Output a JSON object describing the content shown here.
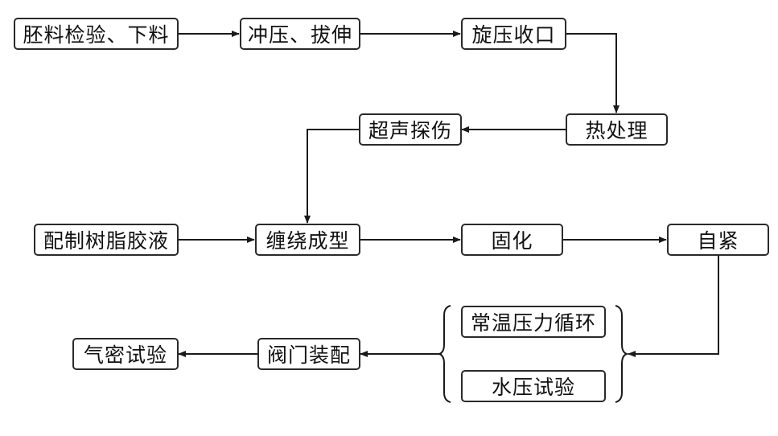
{
  "diagram": {
    "type": "process-flowchart",
    "nodes": [
      {
        "id": "blank_inspection",
        "label": "胚料检验、下料"
      },
      {
        "id": "stamping_drawing",
        "label": "冲压、拔伸"
      },
      {
        "id": "spinning_closing",
        "label": "旋压收口"
      },
      {
        "id": "heat_treatment",
        "label": "热处理"
      },
      {
        "id": "ultrasonic_testing",
        "label": "超声探伤"
      },
      {
        "id": "resin_preparation",
        "label": "配制树脂胶液"
      },
      {
        "id": "winding_forming",
        "label": "缠绕成型"
      },
      {
        "id": "curing",
        "label": "固化"
      },
      {
        "id": "autofrettage",
        "label": "自紧"
      },
      {
        "id": "pressure_cycling",
        "label": "常温压力循环"
      },
      {
        "id": "hydrostatic_test",
        "label": "水压试验"
      },
      {
        "id": "valve_assembly",
        "label": "阀门装配"
      },
      {
        "id": "airtight_test",
        "label": "气密试验"
      }
    ],
    "edges": [
      {
        "from": "blank_inspection",
        "to": "stamping_drawing"
      },
      {
        "from": "stamping_drawing",
        "to": "spinning_closing"
      },
      {
        "from": "spinning_closing",
        "to": "heat_treatment"
      },
      {
        "from": "heat_treatment",
        "to": "ultrasonic_testing"
      },
      {
        "from": "ultrasonic_testing",
        "to": "winding_forming"
      },
      {
        "from": "resin_preparation",
        "to": "winding_forming"
      },
      {
        "from": "winding_forming",
        "to": "curing"
      },
      {
        "from": "curing",
        "to": "autofrettage"
      },
      {
        "from": "autofrettage",
        "to": "test_group"
      },
      {
        "from": "test_group",
        "to": "valve_assembly"
      },
      {
        "from": "valve_assembly",
        "to": "airtight_test"
      }
    ],
    "groups": [
      {
        "id": "test_group",
        "members": [
          "pressure_cycling",
          "hydrostatic_test"
        ],
        "style": "braces"
      }
    ]
  }
}
